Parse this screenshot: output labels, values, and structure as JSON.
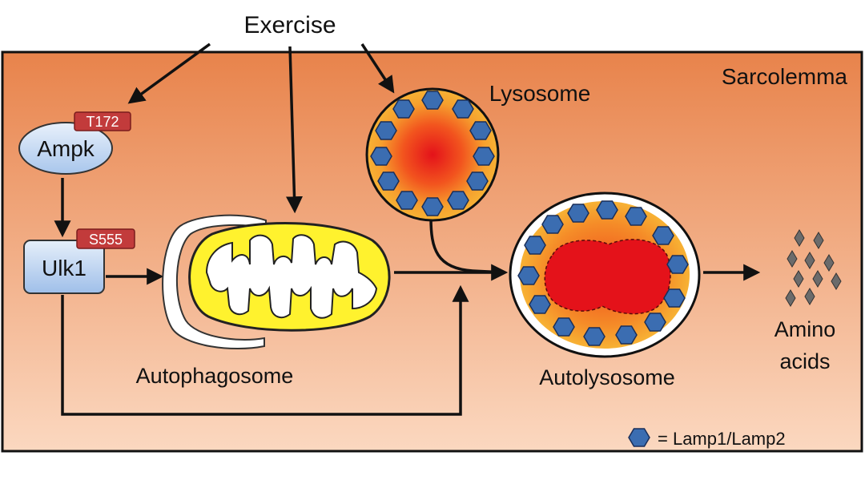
{
  "labels": {
    "exercise": "Exercise",
    "sarcolemma": "Sarcolemma",
    "lysosome": "Lysosome",
    "ampk": "Ampk",
    "ampk_site": "T172",
    "ulk1": "Ulk1",
    "ulk1_site": "S555",
    "autophagosome": "Autophagosome",
    "autolysosome": "Autolysosome",
    "amino_line1": "Amino",
    "amino_line2": "acids",
    "legend": "= Lamp1/Lamp2"
  },
  "colors": {
    "cell_gradient_top": "#e8834b",
    "cell_gradient_bottom": "#fbd3b8",
    "ampk_fill": "#c9dcf5",
    "ulk1_fill": "#c3d8f3",
    "site_tag": "#c23b3b",
    "mito_fill": "#fff22e",
    "lamp_hexagon": "#3b6db1",
    "lysosome_core": "#e8141c",
    "lysosome_rim": "#f7b234",
    "amino_acid": "#6b6b6b"
  }
}
